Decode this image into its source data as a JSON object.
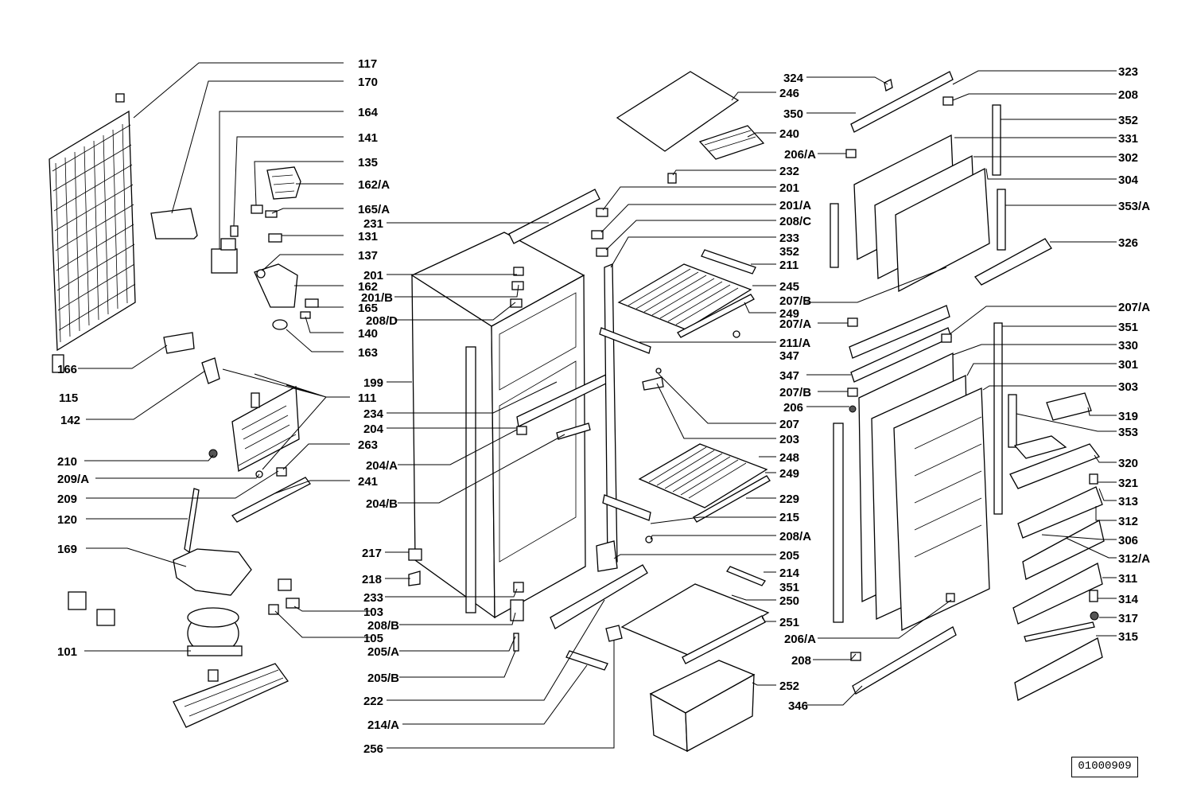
{
  "diagram_code": "01000909",
  "labels": [
    "117",
    "170",
    "164",
    "141",
    "135",
    "162/A",
    "165/A",
    "131",
    "137",
    "162",
    "165",
    "140",
    "163",
    "166",
    "115",
    "111",
    "142",
    "210",
    "209/A",
    "209",
    "120",
    "169",
    "101",
    "231",
    "201",
    "201/B",
    "208/D",
    "199",
    "234",
    "204",
    "263",
    "204/A",
    "241",
    "204/B",
    "217",
    "218",
    "233",
    "103",
    "208/B",
    "105",
    "205/A",
    "205/B",
    "222",
    "214/A",
    "256",
    "324",
    "246",
    "350",
    "240",
    "206/A",
    "232",
    "201/A",
    "208/C",
    "352",
    "211",
    "245",
    "207/B",
    "249",
    "207/A",
    "211/A",
    "347",
    "207",
    "203",
    "248",
    "229",
    "215",
    "208/A",
    "205",
    "214",
    "351",
    "250",
    "251",
    "208",
    "252",
    "346",
    "323",
    "331",
    "302",
    "304",
    "353/A",
    "326",
    "330",
    "301",
    "303",
    "319",
    "353",
    "320",
    "321",
    "313",
    "312",
    "306",
    "312/A",
    "311",
    "314",
    "317",
    "315"
  ]
}
